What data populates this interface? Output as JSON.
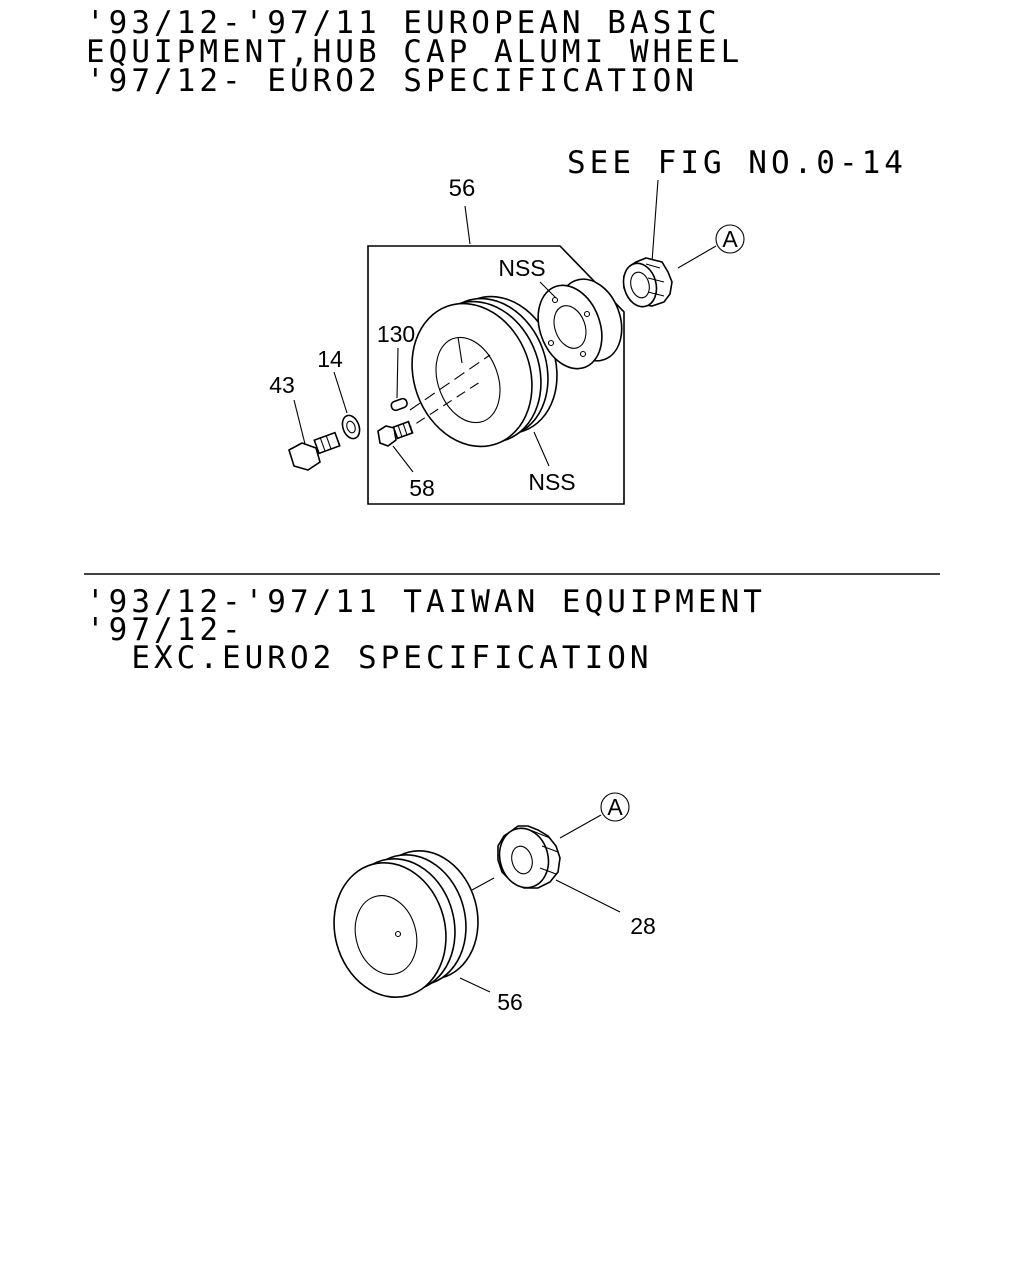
{
  "section_top": {
    "header_lines": [
      "'93/12-'97/11 EUROPEAN BASIC",
      "EQUIPMENT,HUB CAP ALUMI WHEEL",
      "'97/12- EURO2 SPECIFICATION"
    ],
    "see_fig": "SEE FIG NO.0-14",
    "ref_marker": "A",
    "labels": {
      "p56": "56",
      "nss_flange": "NSS",
      "p130": "130",
      "p14": "14",
      "p43": "43",
      "p58": "58",
      "nss_pulley": "NSS"
    }
  },
  "section_bottom": {
    "header_lines": [
      "'93/12-'97/11 TAIWAN EQUIPMENT",
      "'97/12-",
      "  EXC.EURO2 SPECIFICATION"
    ],
    "ref_marker": "A",
    "labels": {
      "p28": "28",
      "p56": "56"
    }
  }
}
